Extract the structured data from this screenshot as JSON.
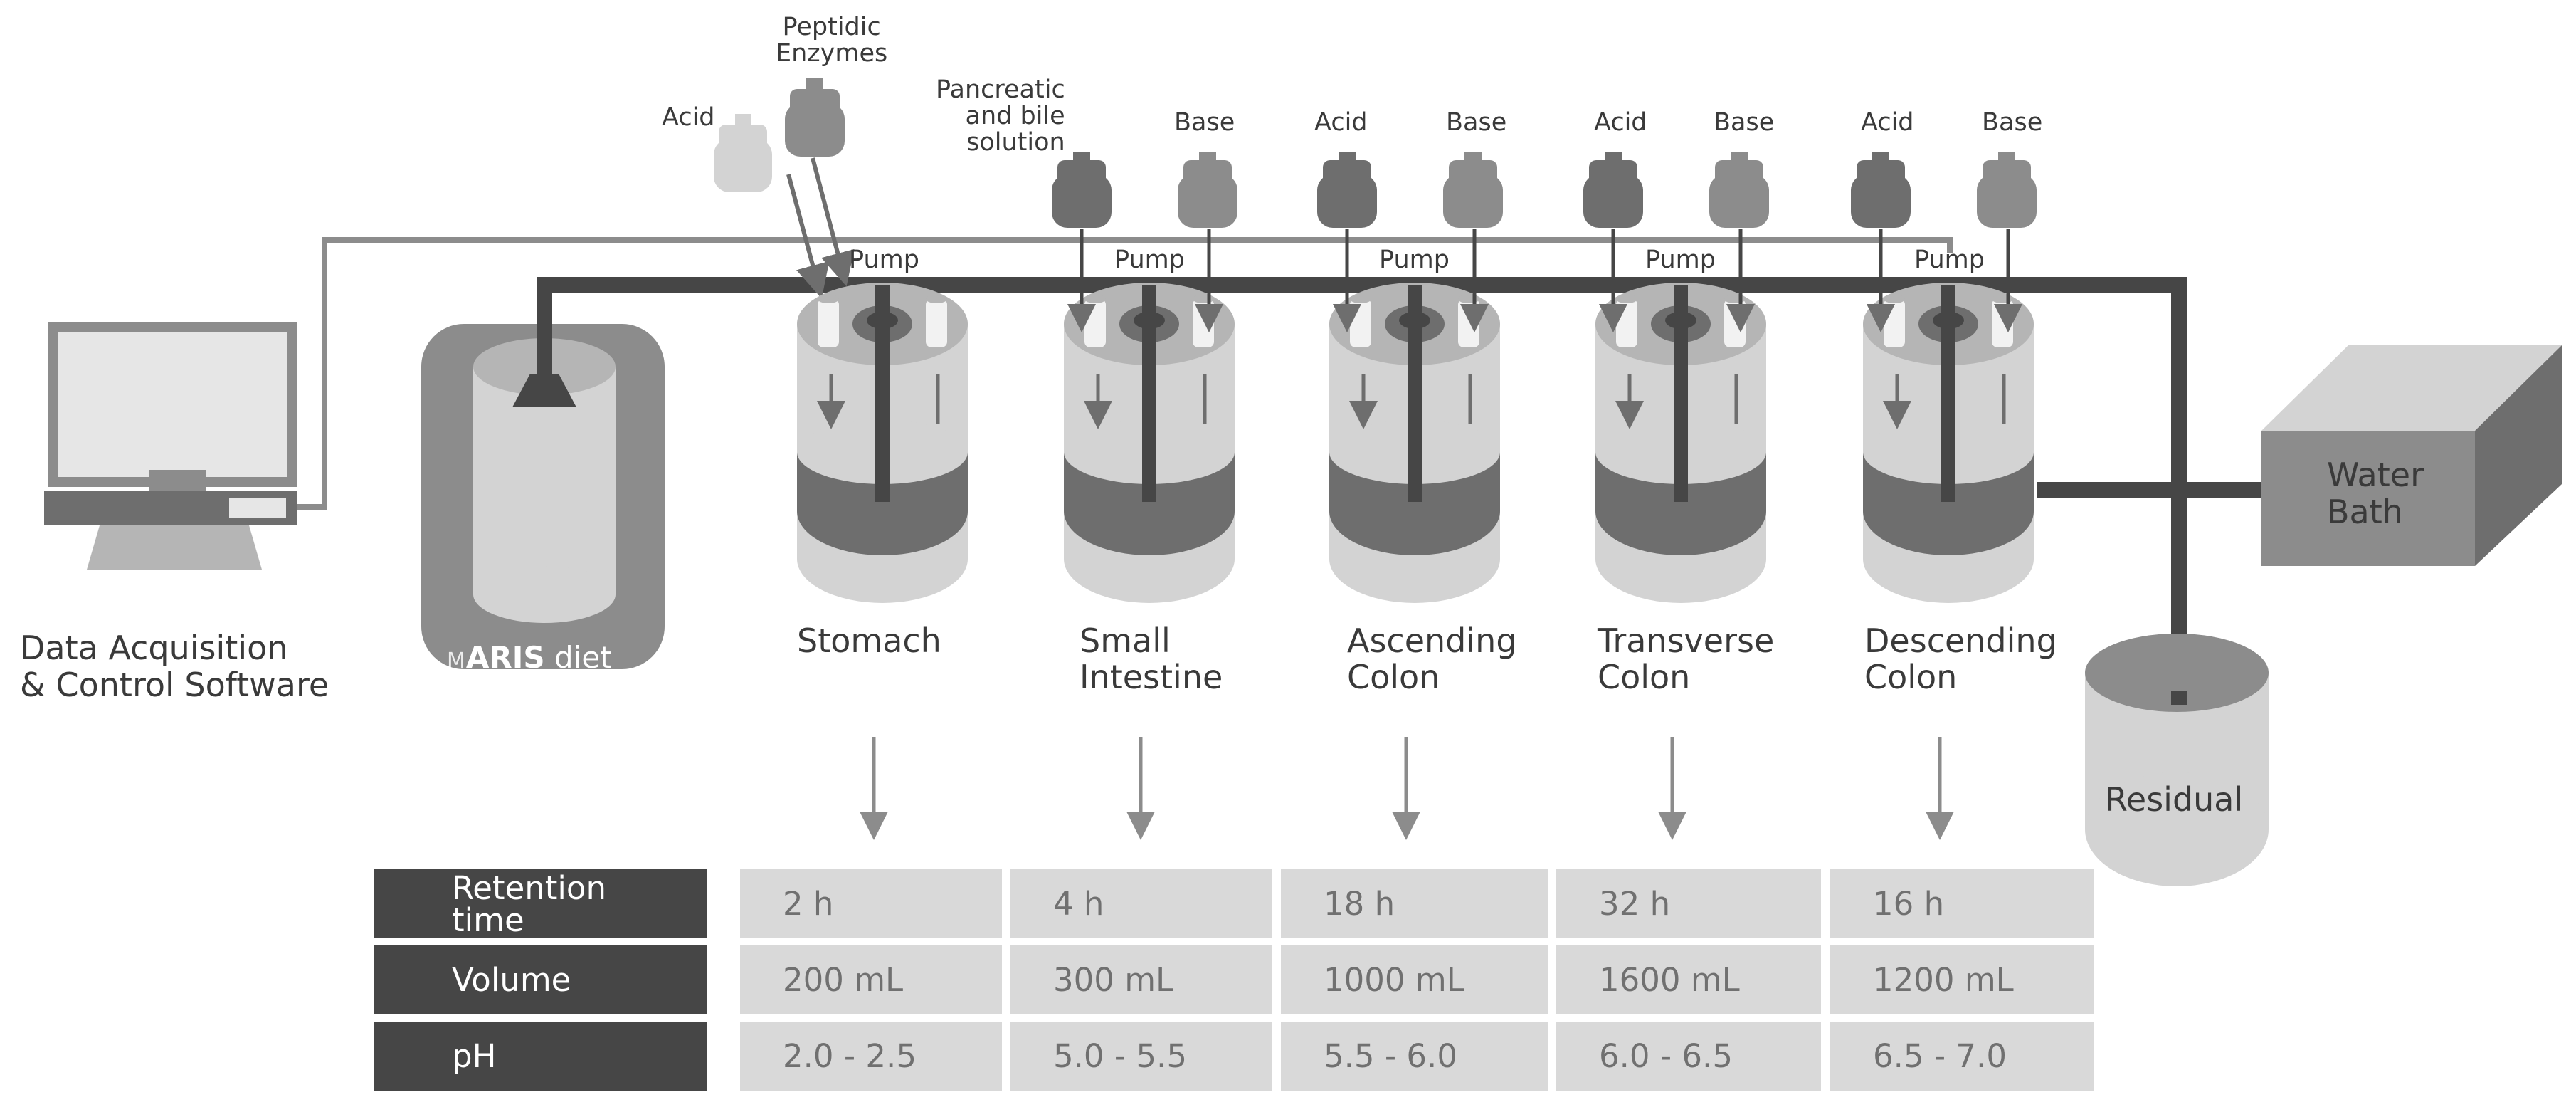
{
  "software_label": "Data Acquisition\n& Control Software",
  "diet_logo": {
    "mark": "M",
    "brand": "ARIS",
    "suffix": "diet"
  },
  "reagents": {
    "stomach_acid": "Acid",
    "peptidic_enzymes": "Peptidic\nEnzymes",
    "pancreatic": "Pancreatic\nand bile\nsolution",
    "small_intestine_base": "Base",
    "ascending_acid": "Acid",
    "ascending_base": "Base",
    "transverse_acid": "Acid",
    "transverse_base": "Base",
    "descending_acid": "Acid",
    "descending_base": "Base"
  },
  "pump_label": "Pump",
  "vessels": [
    {
      "name": "Stomach"
    },
    {
      "name": "Small\nIntestine"
    },
    {
      "name": "Ascending\nColon"
    },
    {
      "name": "Transverse\nColon"
    },
    {
      "name": "Descending\nColon"
    }
  ],
  "water_bath": "Water\nBath",
  "residual": "Residual",
  "table": {
    "headers": [
      "Retention\ntime",
      "Volume",
      "pH"
    ],
    "rows": [
      [
        "2 h",
        "4 h",
        "18 h",
        "32 h",
        "16 h"
      ],
      [
        "200 mL",
        "300 mL",
        "1000 mL",
        "1600 mL",
        "1200 mL"
      ],
      [
        "2.0 - 2.5",
        "5.0 - 5.5",
        "5.5 - 6.0",
        "6.0 - 6.5",
        "6.5 - 7.0"
      ]
    ]
  },
  "colors": {
    "dark": "#464646",
    "medium": "#6e6e6e",
    "mid_gray": "#8c8c8c",
    "light_gray": "#b5b5b5",
    "lighter_gray": "#d3d3d3",
    "cell_gray": "#d9d9d9"
  }
}
